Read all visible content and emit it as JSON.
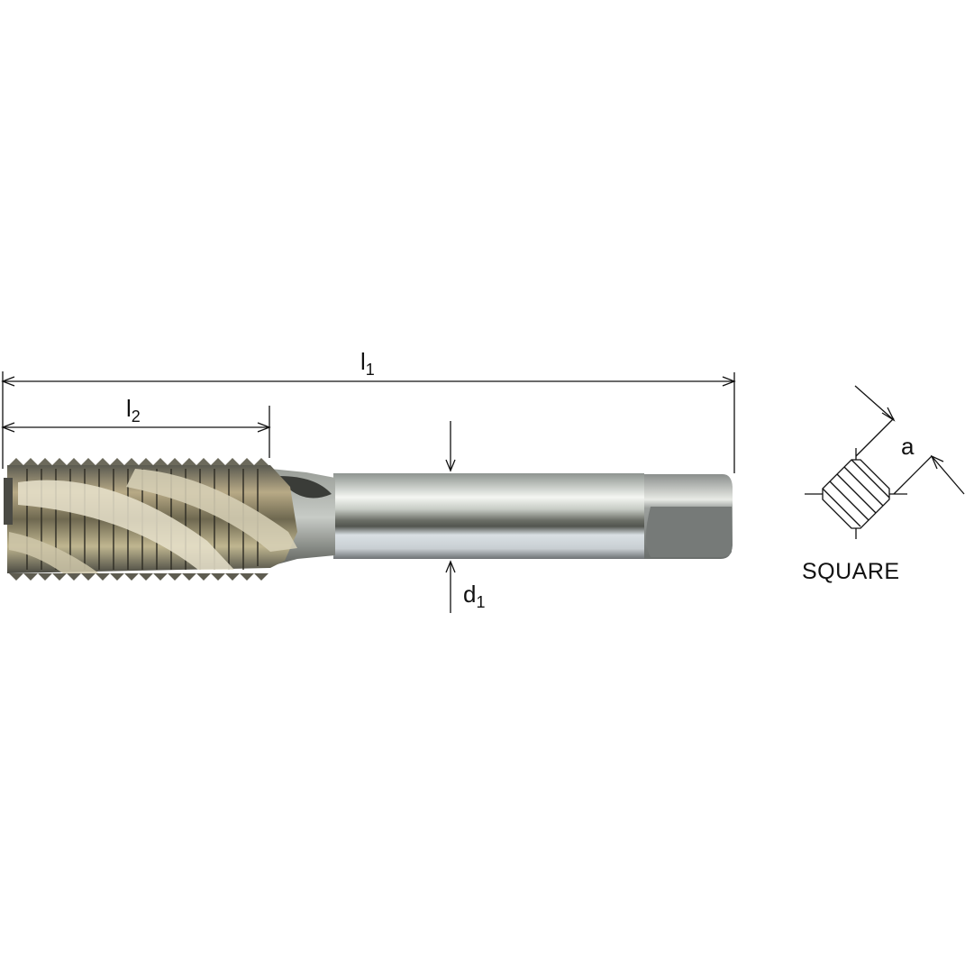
{
  "diagram": {
    "subject": "spiral flute machine tap with square drive",
    "dimensions": {
      "l1": {
        "base": "l",
        "sub": "1",
        "description": "overall length"
      },
      "l2": {
        "base": "l",
        "sub": "2",
        "description": "thread length"
      },
      "d1": {
        "base": "d",
        "sub": "1",
        "description": "shank diameter"
      },
      "a": {
        "base": "a",
        "sub": "",
        "description": "square size"
      }
    },
    "square_caption": "SQUARE",
    "colors": {
      "line": "#111111",
      "shank_light": "#d8dcd8",
      "shank_dark": "#6a6e6a",
      "square_end": "#7b7f7d",
      "flute_gold": "#b6a27a"
    }
  }
}
